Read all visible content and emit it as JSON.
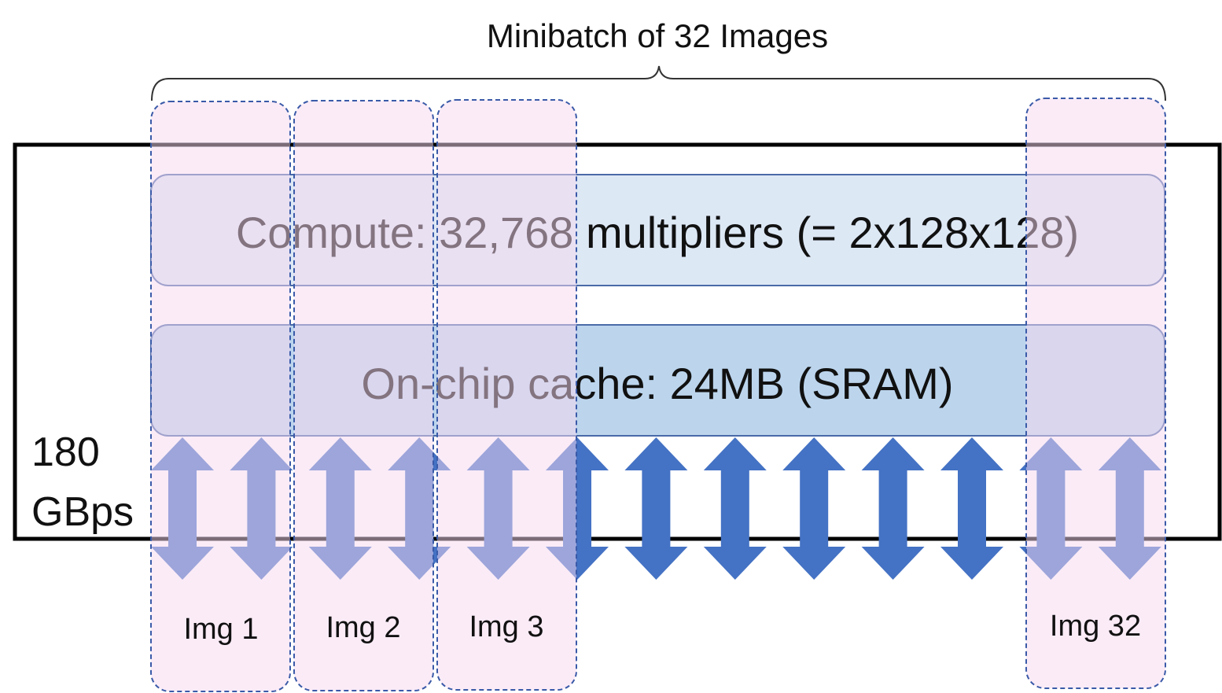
{
  "title": "Minibatch of 32 Images",
  "compute": {
    "label": "Compute: 32,768 multipliers (= 2x128x128)"
  },
  "cache": {
    "label": "On-chip cache: 24MB (SRAM)"
  },
  "bandwidth": {
    "value": "180",
    "unit": "GBps"
  },
  "images": [
    {
      "label": "Img 1"
    },
    {
      "label": "Img 2"
    },
    {
      "label": "Img 3"
    },
    {
      "label": "Img 32"
    }
  ],
  "arrow_count": 13,
  "colors": {
    "chip_border": "#000000",
    "compute_fill": "#dde8f5",
    "cache_fill": "#bcd5ed",
    "box_stroke": "#4a6aa8",
    "arrow_fill": "#4472c4",
    "image_fill": "#f8e8f6",
    "image_stroke": "#3a5aa8",
    "brace": "#333333"
  }
}
